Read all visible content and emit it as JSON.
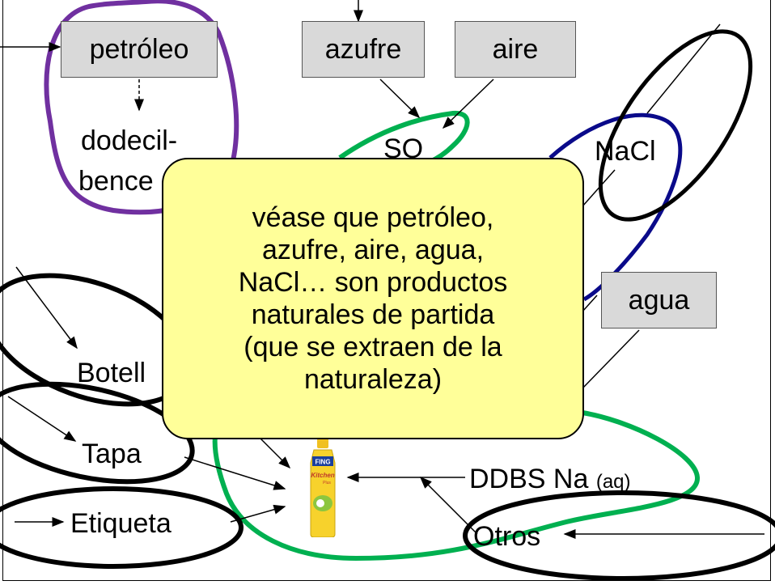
{
  "boxes": {
    "petroleo": "petróleo",
    "azufre": "azufre",
    "aire": "aire",
    "agua": "agua"
  },
  "labels": {
    "dodecil_line1": "dodecil-",
    "dodecil_line2": "bence",
    "so2": "SO",
    "nacl": "NaCl",
    "botella": "Botell",
    "tapa": "Tapa",
    "etiqueta": "Etiqueta",
    "ddbs_main": "DDBS Na",
    "ddbs_aq": "(aq)",
    "otros": "Otros"
  },
  "callout": {
    "text": "véase que petróleo,\nazufre, aire, agua,\nNaCl… son productos\nnaturales de partida\n(que se extraen de la\nnaturaleza)"
  },
  "product": {
    "brand": "FING",
    "name": "Kitchen",
    "variant": "Plus"
  },
  "colors": {
    "purple": "#7030a0",
    "green": "#00b050",
    "blue": "#0a0a8a",
    "callout": "#ffff99",
    "box": "#d9d9d9"
  }
}
